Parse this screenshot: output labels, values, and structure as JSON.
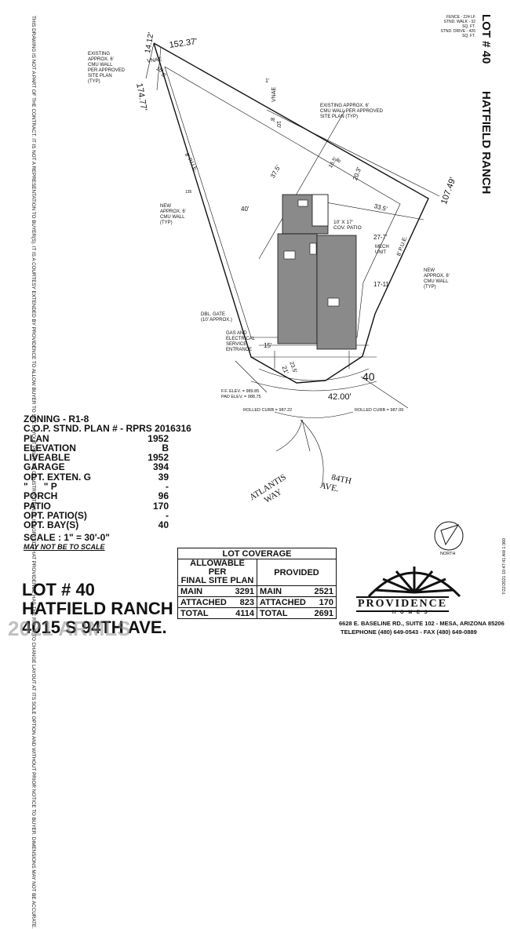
{
  "disclaimer": "THIS DRAWING IS NOT A PART OF THE CONTRACT. IT IS NOT A REPRESENTATION TO BUYER(S). IT IS A COURTESY EXTENDED BY PROVIDENCE TO ALLOW BUYER TO SEE LAYOUT PRIOR TO CONSTRUCTION. IT IS AGREED THAT PROVIDENCE HAS THE RIGHT TO CHANGE LAYOUT AT ITS SOLE OPTION AND WITHOUT PRIOR NOTICE TO BUYER. DIMENSIONS MAY NOT BE ACCURATE.",
  "header": {
    "lot": "LOT # 40",
    "subdivision": "HATFIELD RANCH",
    "fence_note": "FENCE - 224 LF",
    "stnd_walk": "STND. WALK - 32 SQ. FT.",
    "stnd_drive": "STND. DRIVE - 426 SQ. FT."
  },
  "site_plan": {
    "dims": {
      "top": "152.37'",
      "left": "174.77'",
      "right": "107.49'",
      "front": "42.00'",
      "corner_a": "14.12'",
      "rear_setback": "37.5'",
      "side_left": "40'",
      "side_right": "33.5'",
      "patio_dim": "20.3'",
      "setback_b": "15'",
      "front_setback": "21'",
      "front_side": "17-11'",
      "mech_dim": "27-7'",
      "pue_a": "8' P.U.E.",
      "pue_b": "8' P.U.E.",
      "vnae_a": "VNAE",
      "vnae_b": "VNAE",
      "eight_a": "8'",
      "fifteen": "15'",
      "eight_b": "8'",
      "ten_a": "10'",
      "one": "1'",
      "eight_c": "8'",
      "lot_num": "40",
      "sixteen": "16.5'",
      "twentythree": "23.5'",
      "small_mark": "135"
    },
    "labels": {
      "existing_wall_1": [
        "EXISTING",
        "APPROX. 6'",
        "CMU WALL",
        "PER APPROVED",
        "SITE PLAN",
        "(TYP)"
      ],
      "existing_wall_2": [
        "EXISTING APPROX. 6'",
        "CMU WALL PER APPROVED",
        "SITE PLAN (TYP)"
      ],
      "new_wall_left": [
        "NEW",
        "APPROX. 6'",
        "CMU WALL",
        "(TYP)"
      ],
      "new_wall_right": [
        "NEW",
        "APPROX. 6'",
        "CMU WALL",
        "(TYP)"
      ],
      "patio": [
        "10' X 17'",
        "COV. PATIO"
      ],
      "mech": [
        "MECH",
        "UNIT"
      ],
      "gate": [
        "DBL. GATE",
        "(10' APPROX.)"
      ],
      "gas": [
        "GAS AND",
        "ELECTRICAL",
        "SERVICE",
        "ENTRANCE"
      ],
      "ff_elev": "F.F. ELEV. = 989.85",
      "pad_elev": "PAD ELEV. = 988.75",
      "curb_left": "ROLLED CURB = 987.22",
      "curb_right": "ROLLED CURB = 987.09",
      "street_1": [
        "ATLANTIS",
        "WAY"
      ],
      "street_2": [
        "84TH",
        "AVE."
      ]
    }
  },
  "specs": {
    "zoning": "ZONING - R1-8",
    "cop": "C.O.P. STND. PLAN # - RPRS 2016316",
    "rows": [
      {
        "label": "PLAN",
        "value": "1952"
      },
      {
        "label": "ELEVATION",
        "value": "B"
      },
      {
        "label": "LIVEABLE",
        "value": "1952"
      },
      {
        "label": "GARAGE",
        "value": "394"
      },
      {
        "label": "OPT. EXTEN. G",
        "value": "39"
      },
      {
        "label": "\"      \" P",
        "value": "-"
      },
      {
        "label": "PORCH",
        "value": "96"
      },
      {
        "label": "PATIO",
        "value": "170"
      },
      {
        "label": "OPT. PATIO(S)",
        "value": "-"
      },
      {
        "label": "OPT. BAY(S)",
        "value": "40"
      }
    ],
    "scale": "SCALE : 1\" = 30'-0\"",
    "scale_note": "MAY NOT BE TO SCALE"
  },
  "title_block": {
    "lot": "LOT #   40",
    "subdivision": "HATFIELD RANCH",
    "address": "4015 S 94TH AVE.",
    "watermark": "2021 ARMLS"
  },
  "coverage": {
    "title": "LOT COVERAGE",
    "col1": [
      "ALLOWABLE PER",
      "FINAL SITE PLAN"
    ],
    "col2": "PROVIDED",
    "rows": [
      {
        "a_label": "MAIN",
        "a_val": "3291",
        "b_label": "MAIN",
        "b_val": "2521"
      },
      {
        "a_label": "ATTACHED",
        "a_val": "823",
        "b_label": "ATTACHED",
        "b_val": "170"
      },
      {
        "a_label": "TOTAL",
        "a_val": "4114",
        "b_label": "TOTAL",
        "b_val": "2691"
      }
    ]
  },
  "builder": {
    "name": "PROVIDENCE",
    "sub": "H O M E S",
    "address": "6628 E. BASELINE RD., SUITE 102 - MESA, ARIZONA 85206",
    "phone": "TELEPHONE (480) 649-0543 - FAX (480) 649-0889"
  },
  "north": "NORTH",
  "print_stamp": "7/22/2021 10:47:41 AM 1:360"
}
